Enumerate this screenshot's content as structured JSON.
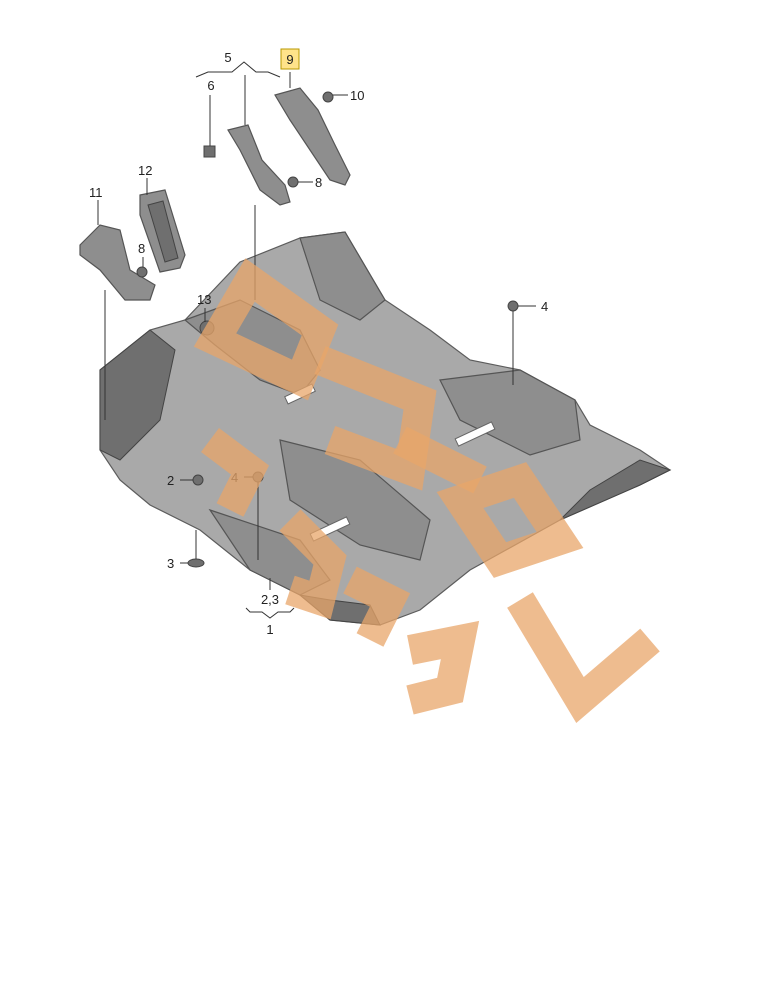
{
  "callouts": {
    "c1": "1",
    "c2a": "2",
    "c2_3": "2,3",
    "c3": "3",
    "c4a": "4",
    "c4b": "4",
    "c5": "5",
    "c6": "6",
    "c8a": "8",
    "c8b": "8",
    "c9": "9",
    "c10": "10",
    "c11": "11",
    "c12": "12",
    "c13": "13"
  },
  "highlight_color": "#ffe38a",
  "watermark_color": "#e8a56a"
}
